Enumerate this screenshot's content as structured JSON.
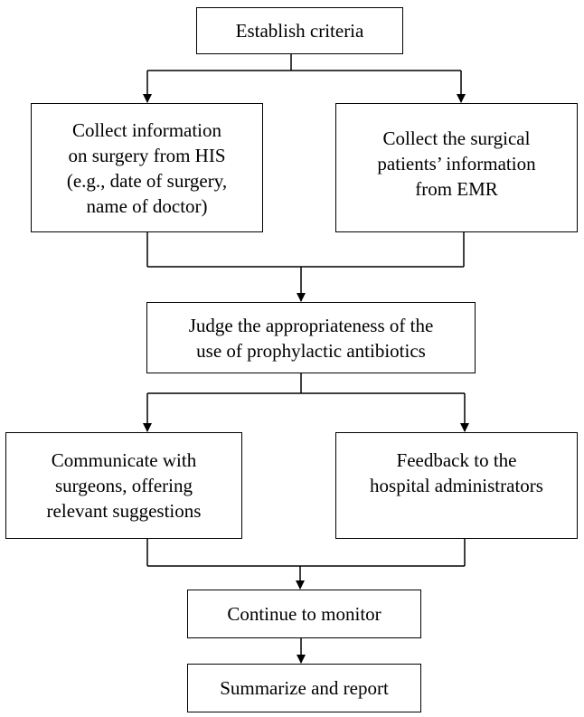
{
  "nodes": {
    "establish": {
      "lines": [
        "Establish criteria"
      ]
    },
    "collect_his": {
      "lines": [
        "Collect information",
        "on surgery from HIS",
        "(e.g., date of surgery,",
        "name of doctor)"
      ]
    },
    "collect_emr": {
      "lines": [
        "Collect the surgical",
        "patients’ information",
        "from EMR"
      ]
    },
    "judge": {
      "lines": [
        "Judge the appropriateness of the",
        "use of prophylactic antibiotics"
      ]
    },
    "communicate": {
      "lines": [
        "Communicate with",
        "surgeons, offering",
        "relevant suggestions"
      ]
    },
    "feedback": {
      "lines": [
        "Feedback to the",
        "hospital administrators"
      ]
    },
    "monitor": {
      "lines": [
        "Continue to monitor"
      ]
    },
    "summarize": {
      "lines": [
        "Summarize and report"
      ]
    }
  },
  "colors": {
    "stroke": "#000000",
    "box_fill": "#ffffff",
    "text": "#000000"
  }
}
